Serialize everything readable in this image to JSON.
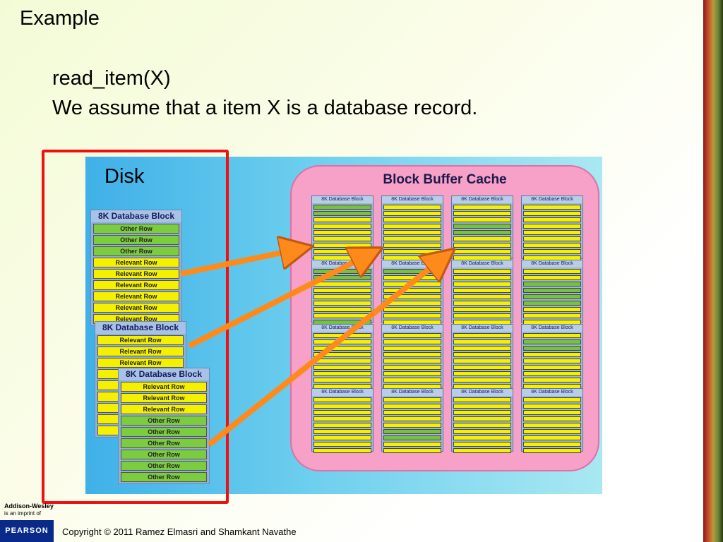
{
  "slide": {
    "heading": "Example",
    "line1": "read_item(X)",
    "line2": "We assume that a item X is a database record."
  },
  "diagram": {
    "disk_label": "Disk",
    "cache_title": "Block Buffer Cache",
    "block_header": "8K Database Block",
    "other_row": "Other Row",
    "relevant_row": "Relevant Row",
    "disk_blocks": [
      {
        "rows": [
          "other",
          "other",
          "other",
          "relevant",
          "relevant",
          "relevant",
          "relevant",
          "relevant",
          "relevant"
        ]
      },
      {
        "rows": [
          "relevant",
          "relevant",
          "relevant",
          "relevant",
          "relevant",
          "relevant",
          "relevant",
          "relevant",
          "relevant"
        ]
      },
      {
        "rows": [
          "relevant",
          "relevant",
          "relevant",
          "other",
          "other",
          "other",
          "other",
          "other",
          "other"
        ]
      }
    ],
    "cache_blocks": [
      "ggyyyyyyy",
      "yyyyyyyyy",
      "yyyggyyyy",
      "yyyyyyyyy",
      "ggyyyyyyg",
      "gyyyyyyyy",
      "yyyyyyyyy",
      "yyggggyyy",
      "yyyyyyyyy",
      "yyyyyyyyy",
      "yyyyyyyyy",
      "yggyyyyyy",
      "yyyyyyyyy",
      "yyyyyggyy",
      "yyyyyyyyy",
      "yyyyyyyyy"
    ],
    "colors": {
      "highlight_box": "#ee1111",
      "arrow": "#ff8a1c",
      "cache_bg": "#f7a0c8"
    }
  },
  "footer": {
    "publisher_line1": "Addison-Wesley",
    "publisher_line2": "is an imprint of",
    "pearson": "PEARSON",
    "copyright": "Copyright © 2011 Ramez Elmasri and Shamkant Navathe"
  }
}
